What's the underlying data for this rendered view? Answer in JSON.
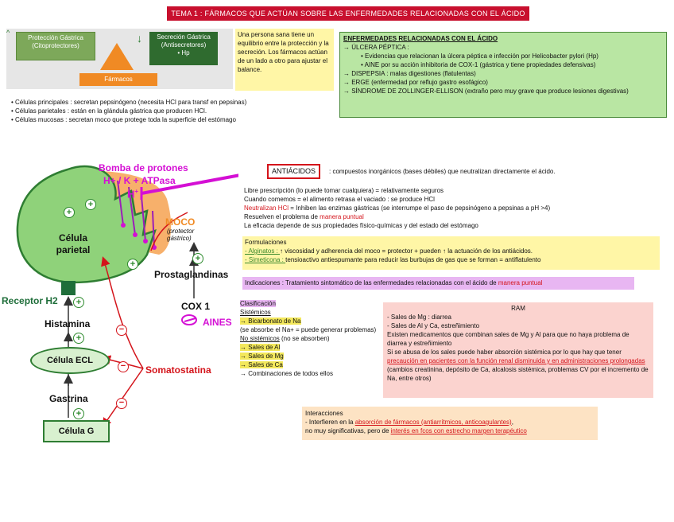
{
  "title": "TEMA 1 : FÁRMACOS QUE ACTÚAN SOBRE LAS ENFERMEDADES RELACIONADAS CON EL ÁCIDO",
  "top_diagram": {
    "proteccion": "Protección Gástrica",
    "proteccion_sub": "(Citoprotectores)",
    "secrecion": "Secreción Gástrica",
    "secrecion_sub": "(Antisecretores)",
    "hp": "Hp",
    "farmacos": "Fármacos",
    "equilibrio": "Una persona sana tiene un equilibrio entre la protección y la secreción. Los fármacos actúan de un lado a otro para ajustar el balance."
  },
  "cells": [
    "• Células principales : secretan pepsinógeno (necesita HCl para transf en pepsinas)",
    "• Células parietales : están en la glándula gástrica que producen HCl.",
    "• Células mucosas : secretan moco que protege toda la superficie del estómago"
  ],
  "enfermedades": {
    "header": "ENFERMEDADES RELACIONADAS CON EL ÁCIDO",
    "ulcera": "→ ÚLCERA PÉPTICA :",
    "ulcera_1": "• Evidencias que relacionan la úlcera péptica e infección por Helicobacter pylori (Hp)",
    "ulcera_2": "• AINE por su acción inhibitoria de COX-1 (gástrica y tiene propiedades defensivas)",
    "dispepsia": "→ DISPEPSIA : malas digestiones (flatulentas)",
    "erge": "→ ERGE (enfermedad por reflujo gastro esofágico)",
    "zollinger": "→ SÍNDROME DE ZOLLINGER-ELLISON (extraño pero muy grave que produce lesiones digestivas)"
  },
  "diagram": {
    "bomba": "Bomba de protones",
    "bomba_sub": "H+ / K + ATPasa",
    "h": "H",
    "celula_parietal": "Célula parietal",
    "moco": "MOCO",
    "moco_note": "(protector gástrico)",
    "prostaglandinas": "Prostaglandinas",
    "cox": "COX 1",
    "aines": "AINES",
    "receptor": "Receptor H2",
    "histamina": "Histamina",
    "ecl": "Célula ECL",
    "somatostatina": "Somatostatina",
    "gastrina": "Gastrina",
    "celula_g": "Célula G",
    "plus": "+",
    "minus": "−"
  },
  "antiacidos": {
    "label": "ANTIÁCIDOS",
    "def": ": compuestos inorgánicos (bases débiles) que neutralizan directamente el ácido.",
    "l1": "Libre prescripción (lo puede tomar cualquiera) = relativamente seguros",
    "l2": "Cuando comemos = el alimento retrasa el vaciado : se produce HCl",
    "l3a": "Neutralizan HCl",
    "l3b": " = Inhiben las enzimas gástricas (se interrumpe el paso de pepsinógeno a pepsinas a pH >4)",
    "l4a": "Resuelven el problema de ",
    "l4b": "manera puntual",
    "l5": "La eficacia depende de sus propiedades físico-químicas y del estado del estómago"
  },
  "formulaciones": {
    "header": "Formulaciones",
    "alginatos_a": "- Alginatos : ",
    "alginatos_b": "↑ viscosidad y adherencia del moco = protector + pueden ↑ la actuación de los antiácidos.",
    "simeticona_a": "- Simeticona : ",
    "simeticona_b": "tensioactivo antiespumante para reducir las burbujas de gas que se forman = antiflatulento"
  },
  "indicaciones": {
    "a": "Indicaciones : Tratamiento sintomático de las enfermedades relacionadas con el ácido de ",
    "b": "manera puntual"
  },
  "clasificacion": {
    "header": "Clasificación",
    "sistemicos": "Sistémicos",
    "bicarbonato": "→ Bicarbonato de Na",
    "bicarbonato_note": "(se absorbe el Na+ = puede generar problemas)",
    "no_sistemicos": "No sistémicos",
    "no_sistemicos_note": " (no se absorben)",
    "items": [
      "→ Sales de Al",
      "→ Sales de Mg",
      "→ Sales de Ca",
      "→ Combinaciones de todos ellos"
    ]
  },
  "ram": {
    "header": "RAM",
    "l1": "- Sales de Mg : diarrea",
    "l2": "- Sales de Al y Ca, estreñimiento",
    "l3": "Existen medicamentos que combinan sales de Mg y Al para que no haya problema de diarrea y estreñimiento",
    "l4a": "Si se abusa de los sales puede haber absorción sistémica por lo que hay que tener ",
    "l4b": "precaución en pacientes con la función renal disminuida y en administraciones prolongadas",
    "l4c": " (cambios creatinina, depósito de Ca, alcalosis sistémica, problemas CV por el incremento de Na, entre otros)"
  },
  "interacciones": {
    "header": "Interacciones",
    "l1a": "- Interfieren en la ",
    "l1b": "absorción de fármacos (antiarrítmicos, anticoagulantes)",
    "l1c": ",",
    "l2a": "no muy significativas, pero de ",
    "l2b": "interés en fcos con estrecho margen terapéutico"
  },
  "colors": {
    "title_bg": "#c8102e",
    "cell_green": "#8fd27a",
    "pump_orange": "#f7b06b",
    "magenta": "#d40fd4",
    "arrow_red": "#d4141b"
  }
}
